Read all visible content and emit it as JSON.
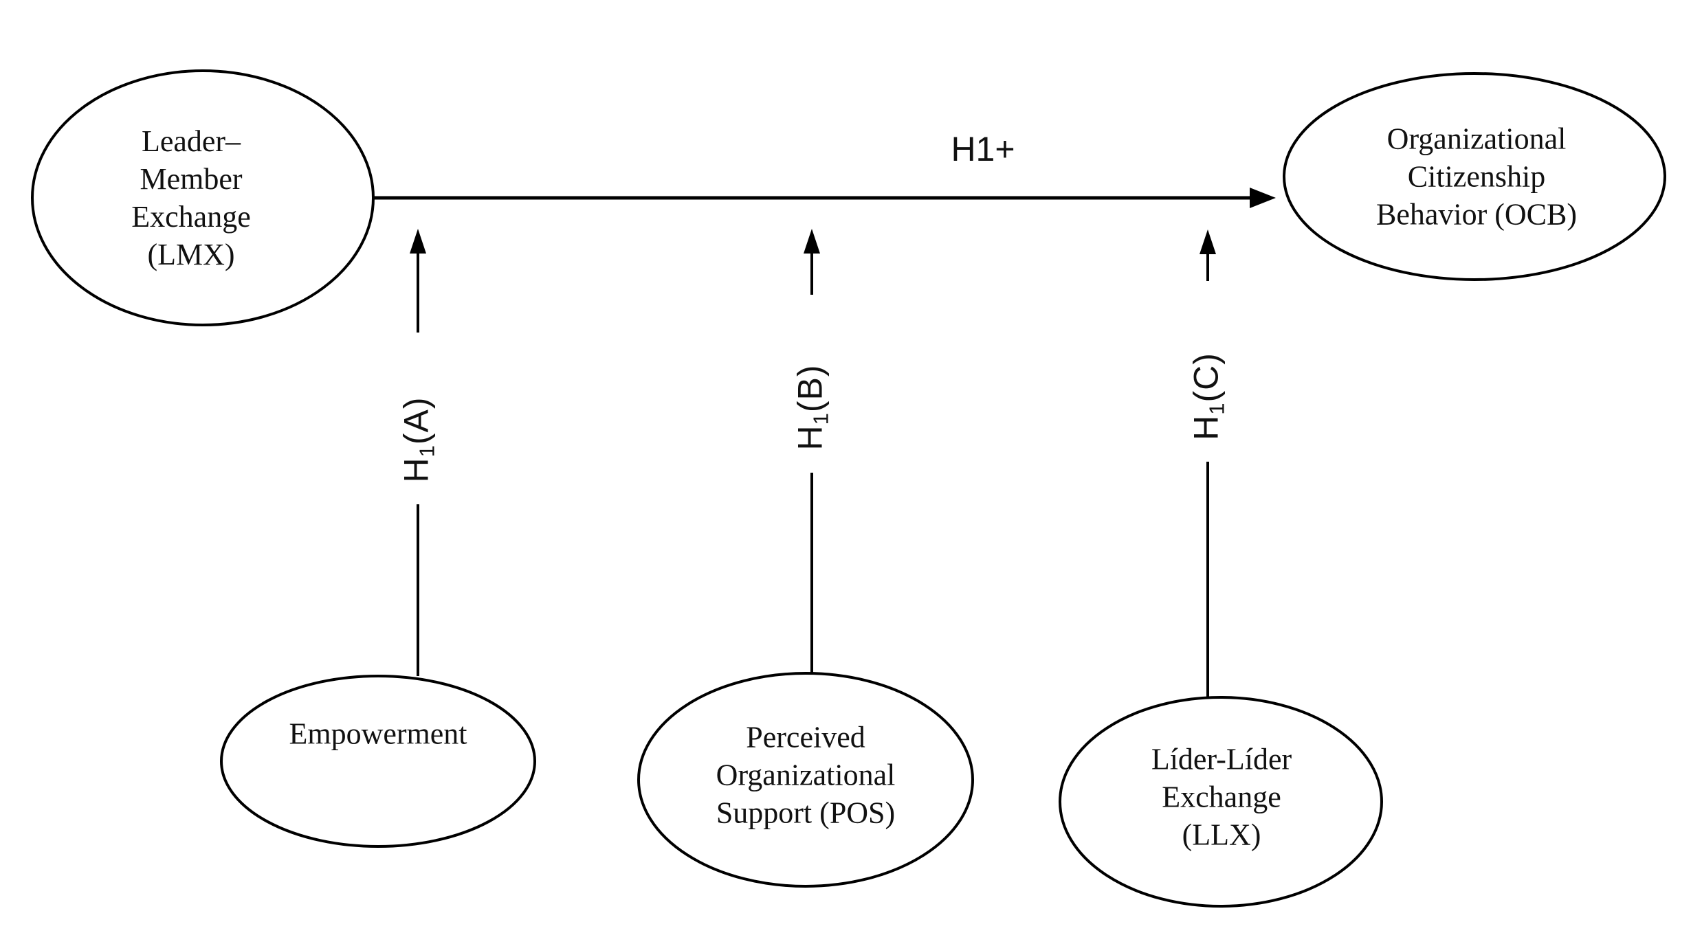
{
  "figure": {
    "background_color": "#ffffff",
    "line_color": "#000000",
    "text_color": "#111111"
  },
  "nodes": {
    "lmx": {
      "lines": [
        "Leader–",
        "Member",
        "Exchange",
        "(LMX)"
      ]
    },
    "ocb": {
      "lines": [
        "Organizational",
        "Citizenship",
        "Behavior (OCB)"
      ]
    },
    "empowerment": {
      "lines": [
        "Empowerment"
      ]
    },
    "pos": {
      "lines": [
        "Perceived",
        "Organizational",
        "Support (POS)"
      ]
    },
    "llx": {
      "lines": [
        "Líder-Líder",
        "Exchange",
        "(LLX)"
      ]
    }
  },
  "edges": {
    "lmx_to_ocb": {
      "label": "H1+"
    },
    "empowerment_moderation": {
      "label_base": "H",
      "label_sub": "1",
      "label_rest": "(A)"
    },
    "pos_moderation": {
      "label_base": "H",
      "label_sub": "1",
      "label_rest": "(B)"
    },
    "llx_moderation": {
      "label_base": "H",
      "label_sub": "1",
      "label_rest": "(C)"
    }
  }
}
